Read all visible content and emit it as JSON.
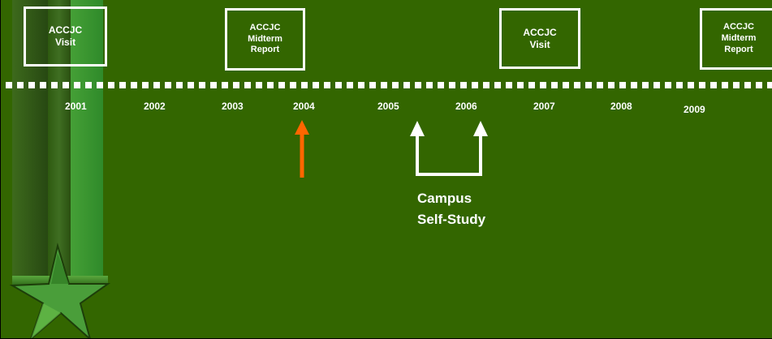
{
  "milestones": [
    {
      "lines": [
        "ACCJC",
        "Visit"
      ]
    },
    {
      "lines": [
        "ACCJC",
        "Midterm",
        "Report"
      ]
    },
    {
      "lines": [
        "ACCJC",
        "Visit"
      ]
    },
    {
      "lines": [
        "ACCJC",
        "Midterm",
        "Report"
      ]
    }
  ],
  "years": [
    "2001",
    "2002",
    "2003",
    "2004",
    "2005",
    "2006",
    "2007",
    "2008",
    "2009"
  ],
  "campus_label": [
    "Campus",
    "Self-Study"
  ],
  "colors": {
    "background": "#336600",
    "text": "#ffffff",
    "orange_arrow": "#ff6600",
    "white_arrow": "#ffffff"
  },
  "icons": [
    "star-icon",
    "orange-up-arrow-icon",
    "white-bracket-arrow-icon"
  ]
}
